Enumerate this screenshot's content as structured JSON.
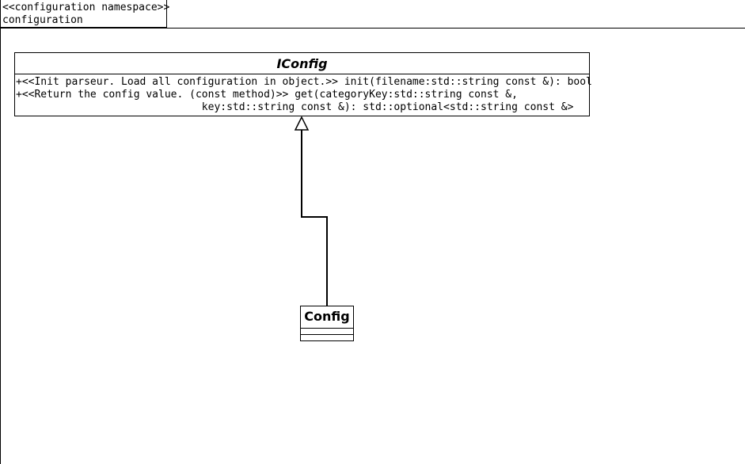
{
  "package": {
    "stereotype": "<<configuration namespace>>",
    "name": "configuration"
  },
  "classes": {
    "iconfig": {
      "name": "IConfig",
      "abstract": true,
      "operations": [
        "+<<Init parseur. Load all configuration in object.>> init(filename:std::string const &): bool",
        "+<<Return the config value. (const method)>> get(categoryKey:std::string const &,",
        "                              key:std::string const &): std::optional<std::string const &>"
      ]
    },
    "config": {
      "name": "Config"
    }
  },
  "relations": [
    {
      "type": "generalization",
      "from": "Config",
      "to": "IConfig"
    }
  ]
}
